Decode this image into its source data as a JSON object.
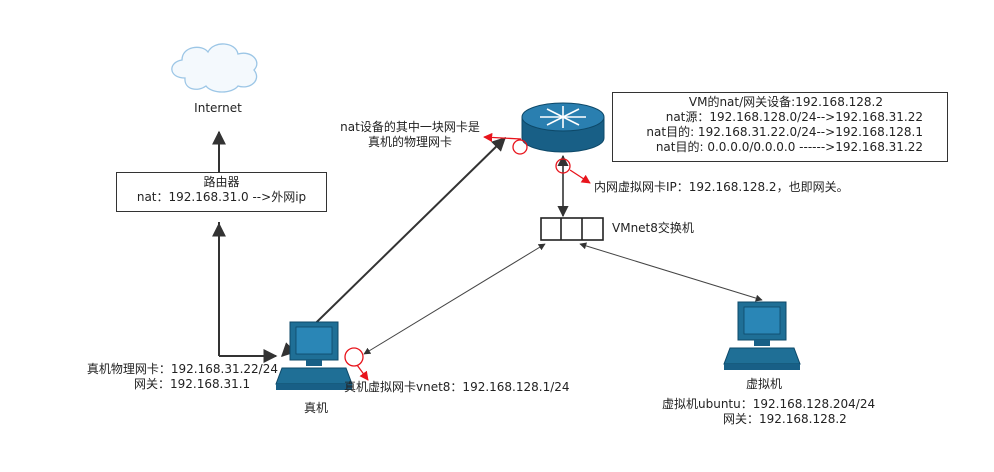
{
  "internet": {
    "label": "Internet"
  },
  "router": {
    "title": "路由器",
    "nat": "nat：192.168.31.0 -->外网ip"
  },
  "nat_device_note": {
    "line1": "nat设备的其中一块网卡是",
    "line2": "真机的物理网卡"
  },
  "vm_nat_box": {
    "line1": "VM的nat/网关设备:192.168.128.2",
    "line2": "nat源：192.168.128.0/24-->192.168.31.22",
    "line3": "nat目的: 192.168.31.22.0/24-->192.168.128.1",
    "line4": "nat目的:  0.0.0.0/0.0.0.0 ------>192.168.31.22"
  },
  "inner_nic_note": "内网虚拟网卡IP：192.168.128.2，也即网关。",
  "switch": {
    "label": "VMnet8交换机"
  },
  "host": {
    "physical_nic": "真机物理网卡：192.168.31.22/24",
    "gateway": "网关：192.168.31.1",
    "vnet8": "真机虚拟网卡vnet8：192.168.128.1/24",
    "name": "真机"
  },
  "vm": {
    "name": "虚拟机",
    "ubuntu": "虚拟机ubuntu：192.168.128.204/24",
    "gateway": "网关：192.168.128.2"
  },
  "colors": {
    "device": "#1f6f96",
    "device_dark": "#0d4868",
    "highlight": "#e8141c",
    "line": "#333333"
  }
}
